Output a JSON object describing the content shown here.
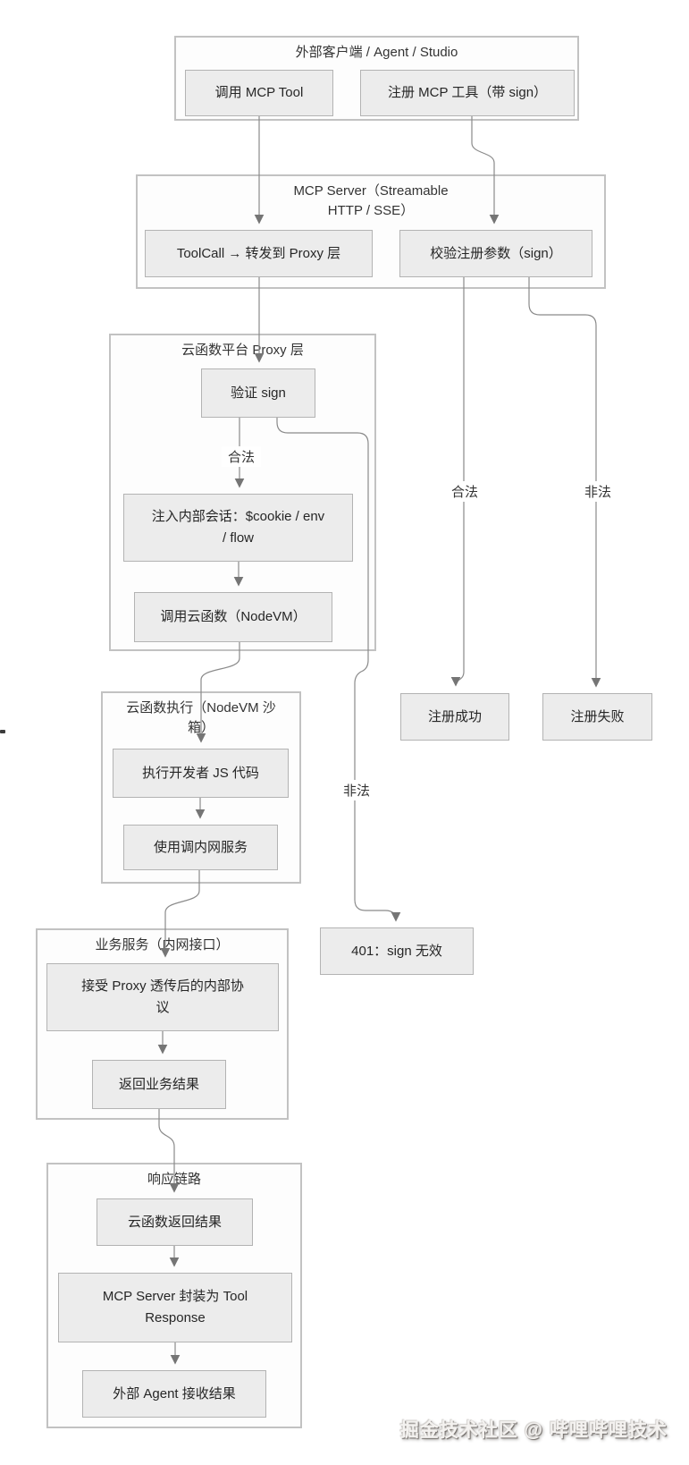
{
  "diagram": {
    "groups": {
      "ext_client": {
        "title": "外部客户端 / Agent / Studio"
      },
      "mcp_server": {
        "title": "MCP Server（Streamable HTTP / SSE）"
      },
      "proxy": {
        "title": "云函数平台 Proxy 层"
      },
      "nodevm": {
        "title": "云函数执行（NodeVM 沙箱）"
      },
      "biz": {
        "title": "业务服务（内网接口）"
      },
      "resp": {
        "title": "响应链路"
      }
    },
    "nodes": {
      "call_tool": "调用 MCP Tool",
      "register_tool": "注册 MCP 工具（带 sign）",
      "toolcall_forward": "ToolCall → 转发到 Proxy 层",
      "verify_register": "校验注册参数（sign）",
      "verify_sign": "验证 sign",
      "inject_session": "注入内部会话：$cookie / env / flow",
      "invoke_cloudfn": "调用云函数（NodeVM）",
      "exec_js": "执行开发者 JS 代码",
      "use_intranet": "使用调内网服务",
      "accept_proxy": "接受 Proxy 透传后的内部协议",
      "return_result": "返回业务结果",
      "fn_return": "云函数返回结果",
      "wrap_response": "MCP Server 封装为 Tool Response",
      "agent_receive": "外部 Agent 接收结果",
      "register_ok": "注册成功",
      "register_fail": "注册失败",
      "sign_invalid": "401：sign 无效"
    },
    "edge_labels": {
      "legal_proxy": "合法",
      "legal_right": "合法",
      "illegal_right": "非法",
      "illegal_mid": "非法"
    },
    "watermark": "掘金技术社区 @ 哔哩哔哩技术",
    "colors": {
      "node_fill": "#ececec",
      "node_border": "#b3b3b3",
      "group_border": "#c2c2c2",
      "edge_line": "#8a8a8a",
      "arrowhead": "#757575",
      "text": "#262626"
    }
  }
}
